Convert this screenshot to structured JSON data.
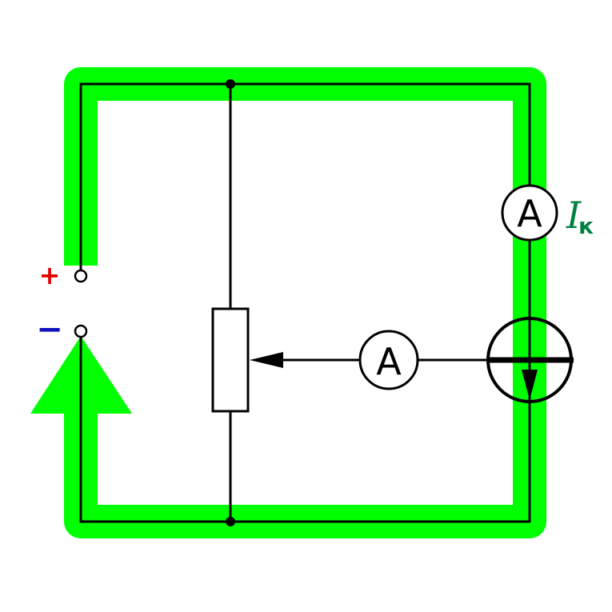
{
  "diagram": {
    "colors": {
      "current_path": "#00ff00",
      "wire": "#000000",
      "plus_sign": "#e00000",
      "minus_sign": "#1010c0",
      "current_label": "#008040",
      "background": "#ffffff"
    },
    "terminals": {
      "positive_symbol": "+",
      "negative_symbol": "−"
    },
    "ammeters": {
      "collector_meter_symbol": "A",
      "base_meter_symbol": "A"
    },
    "labels": {
      "collector_current_symbol": "I",
      "collector_current_subscript": "к"
    }
  }
}
